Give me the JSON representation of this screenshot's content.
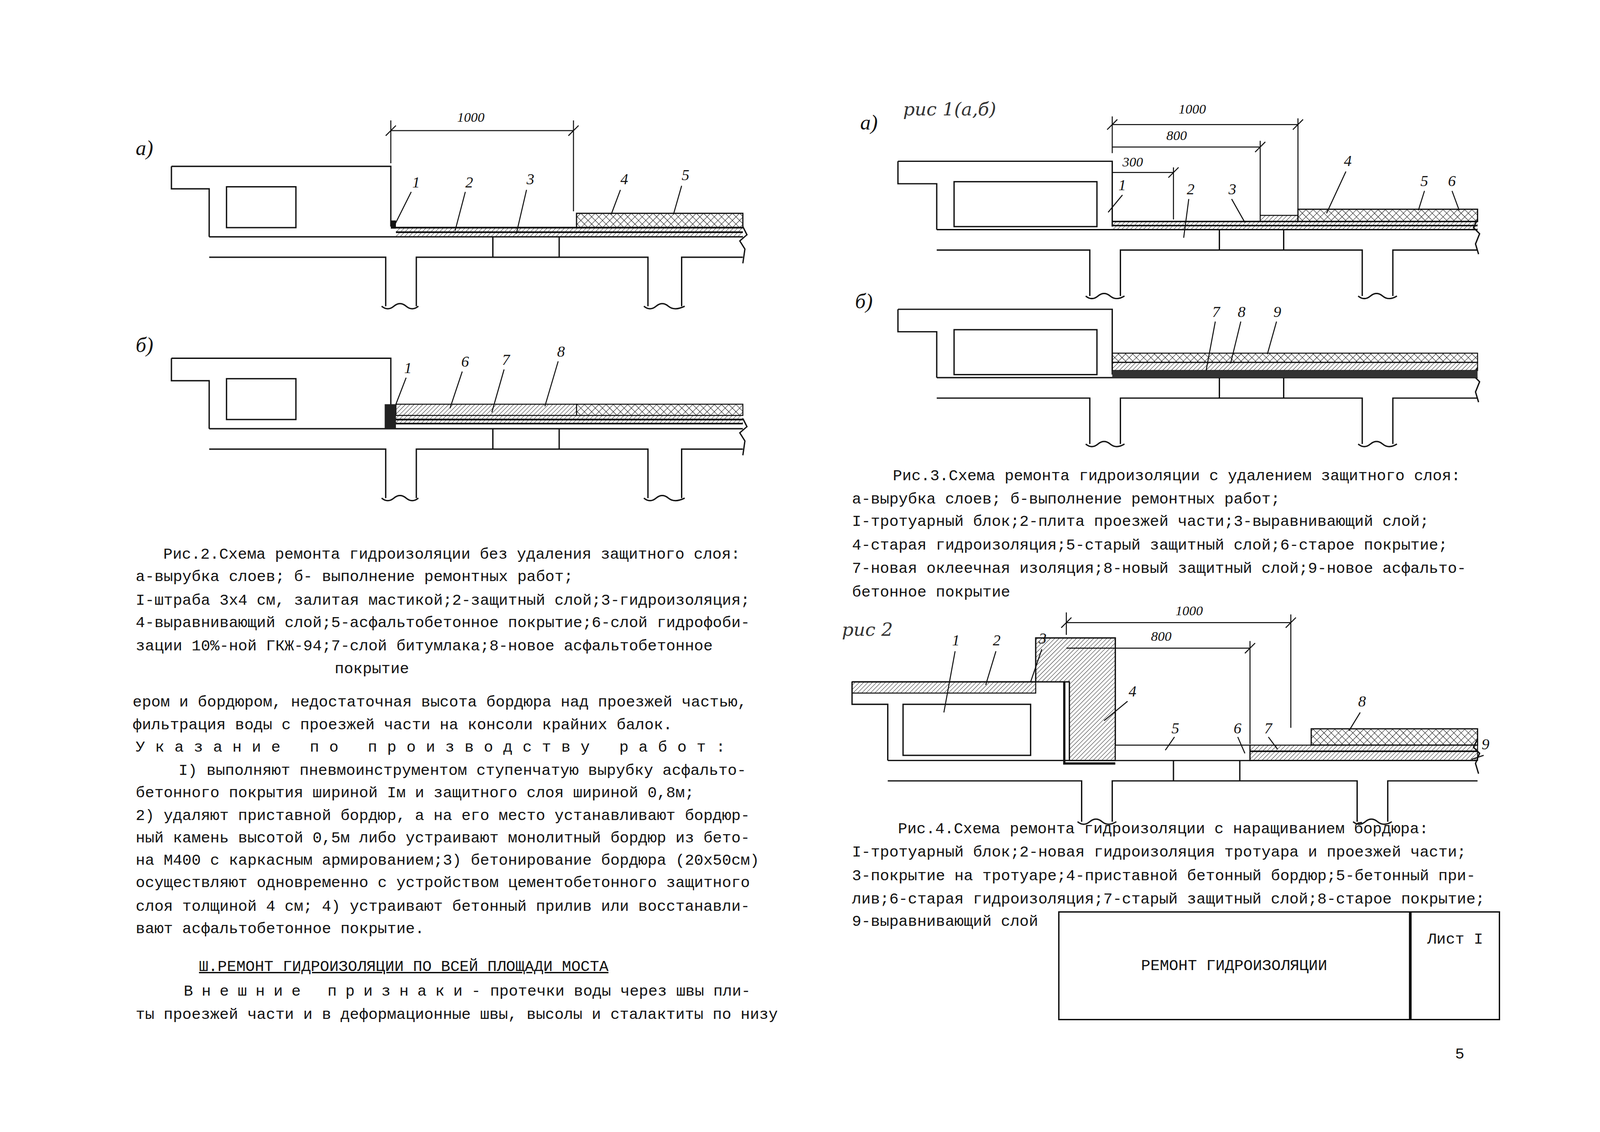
{
  "diagram": {
    "nodes": [
      {
        "text": [
          "РЕМОНТ ГИДРОИЗОЛЯЦИИ"
        ]
      },
      {
        "text": [
          "Лист I"
        ]
      }
    ],
    "labels": [
      "а)",
      "1000",
      "1",
      "2",
      "3",
      "4",
      "5",
      "б)",
      "1",
      "6",
      "7",
      "8",
      "Рис.2.Схема ремонта гидроизоляции без удаления защитного слоя:",
      "а-вырубка слоев; б- выполнение ремонтных работ;",
      "I-штраба 3х4 см, залитая мастикой;2-защитный слой;3-гидроизоляция;",
      "4-выравнивающий слой;5-асфальтобетонное покрытие;6-слой гидрофоби-",
      "зации 10%-ной ГКЖ-94;7-слой битумлака;8-новое асфальтобетонное",
      "покрытие",
      "ером и бордюром, недостаточная высота бордюра над проезжей частью,",
      "фильтрация воды с проезжей части на консоли крайних балок.",
      "Указание по производству работ:",
      "I) выполняют пневмоинструментом ступенчатую вырубку асфальто-",
      "бетонного покрытия шириной Iм и защитного слоя шириной 0,8м;",
      "2) удаляют приставной бордюр, а на его место устанавливают бордюр-",
      "ный камень высотой 0,5м либо устраивают монолитный бордюр из бето-",
      "на М400 с каркасным армированием;3) бетонирование бордюра (20х50см)",
      "осуществляют одновременно с устройством цементобетонного защитного",
      "слоя толщиной 4 см; 4) устраивают бетонный прилив или восстанавли-",
      "вают асфальтобетонное покрытие.",
      "Ш.РЕМОНТ ГИДРОИЗОЛЯЦИИ ПО ВСЕЙ ПЛОЩАДИ МОСТА",
      "Внешние признаки",
      "- протечки воды через швы пли-",
      "ты проезжей части и в деформационные швы, высолы и сталактиты по низу",
      "а)",
      "рис 1(а,б)",
      "1000",
      "800",
      "300",
      "1",
      "2",
      "3",
      "4",
      "5",
      "6",
      "б)",
      "7",
      "8",
      "9",
      "Рис.3.Схема ремонта гидроизоляции с удалением защитного слоя:",
      "а-вырубка слоев; б-выполнение ремонтных работ;",
      "I-тротуарный блок;2-плита проезжей части;3-выравнивающий слой;",
      "4-старая гидроизоляция;5-старый защитный слой;6-старое покрытие;",
      "7-новая оклеечная изоляция;8-новый защитный слой;9-новое асфальто-",
      "бетонное покрытие",
      "рис 2",
      "1000",
      "800",
      "1",
      "2",
      "3",
      "4",
      "5",
      "6",
      "7",
      "8",
      "9",
      "Рис.4.Схема ремонта гидроизоляции с наращиванием бордюра:",
      "I-тротуарный блок;2-новая гидроизоляция тротуара и проезжей части;",
      "3-покрытие на тротуаре;4-приставной бетонный бордюр;5-бетонный при-",
      "лив;6-старая гидроизоляция;7-старый защитный слой;8-старое покрытие;",
      "9-выравнивающий слой",
      "5"
    ]
  }
}
